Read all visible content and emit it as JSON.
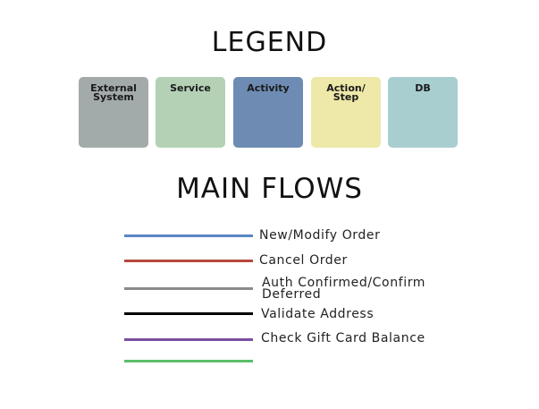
{
  "legend_title": "LEGEND",
  "flows_title": "MAIN FLOWS",
  "legend_items": [
    {
      "label": "External System",
      "color": "#a3abaa"
    },
    {
      "label": "Service",
      "color": "#b4d1b5"
    },
    {
      "label": "Activity",
      "color": "#6e8cb3"
    },
    {
      "label": "Action/ Step",
      "color": "#eee8a9"
    },
    {
      "label": "DB",
      "color": "#a9ced0"
    }
  ],
  "flows": [
    {
      "label": "New/Modify Order",
      "color": "#5b87c3"
    },
    {
      "label": "Cancel Order",
      "color": "#b6483c"
    },
    {
      "label": "Auth Confirmed/Confirm\nDeferred",
      "color": "#8a8a8a"
    },
    {
      "label": "Validate Address",
      "color": "#000000"
    },
    {
      "label": "Check Gift Card Balance",
      "color": "#7a4fa0"
    },
    {
      "label": "",
      "color": "#5cbd6a"
    }
  ]
}
